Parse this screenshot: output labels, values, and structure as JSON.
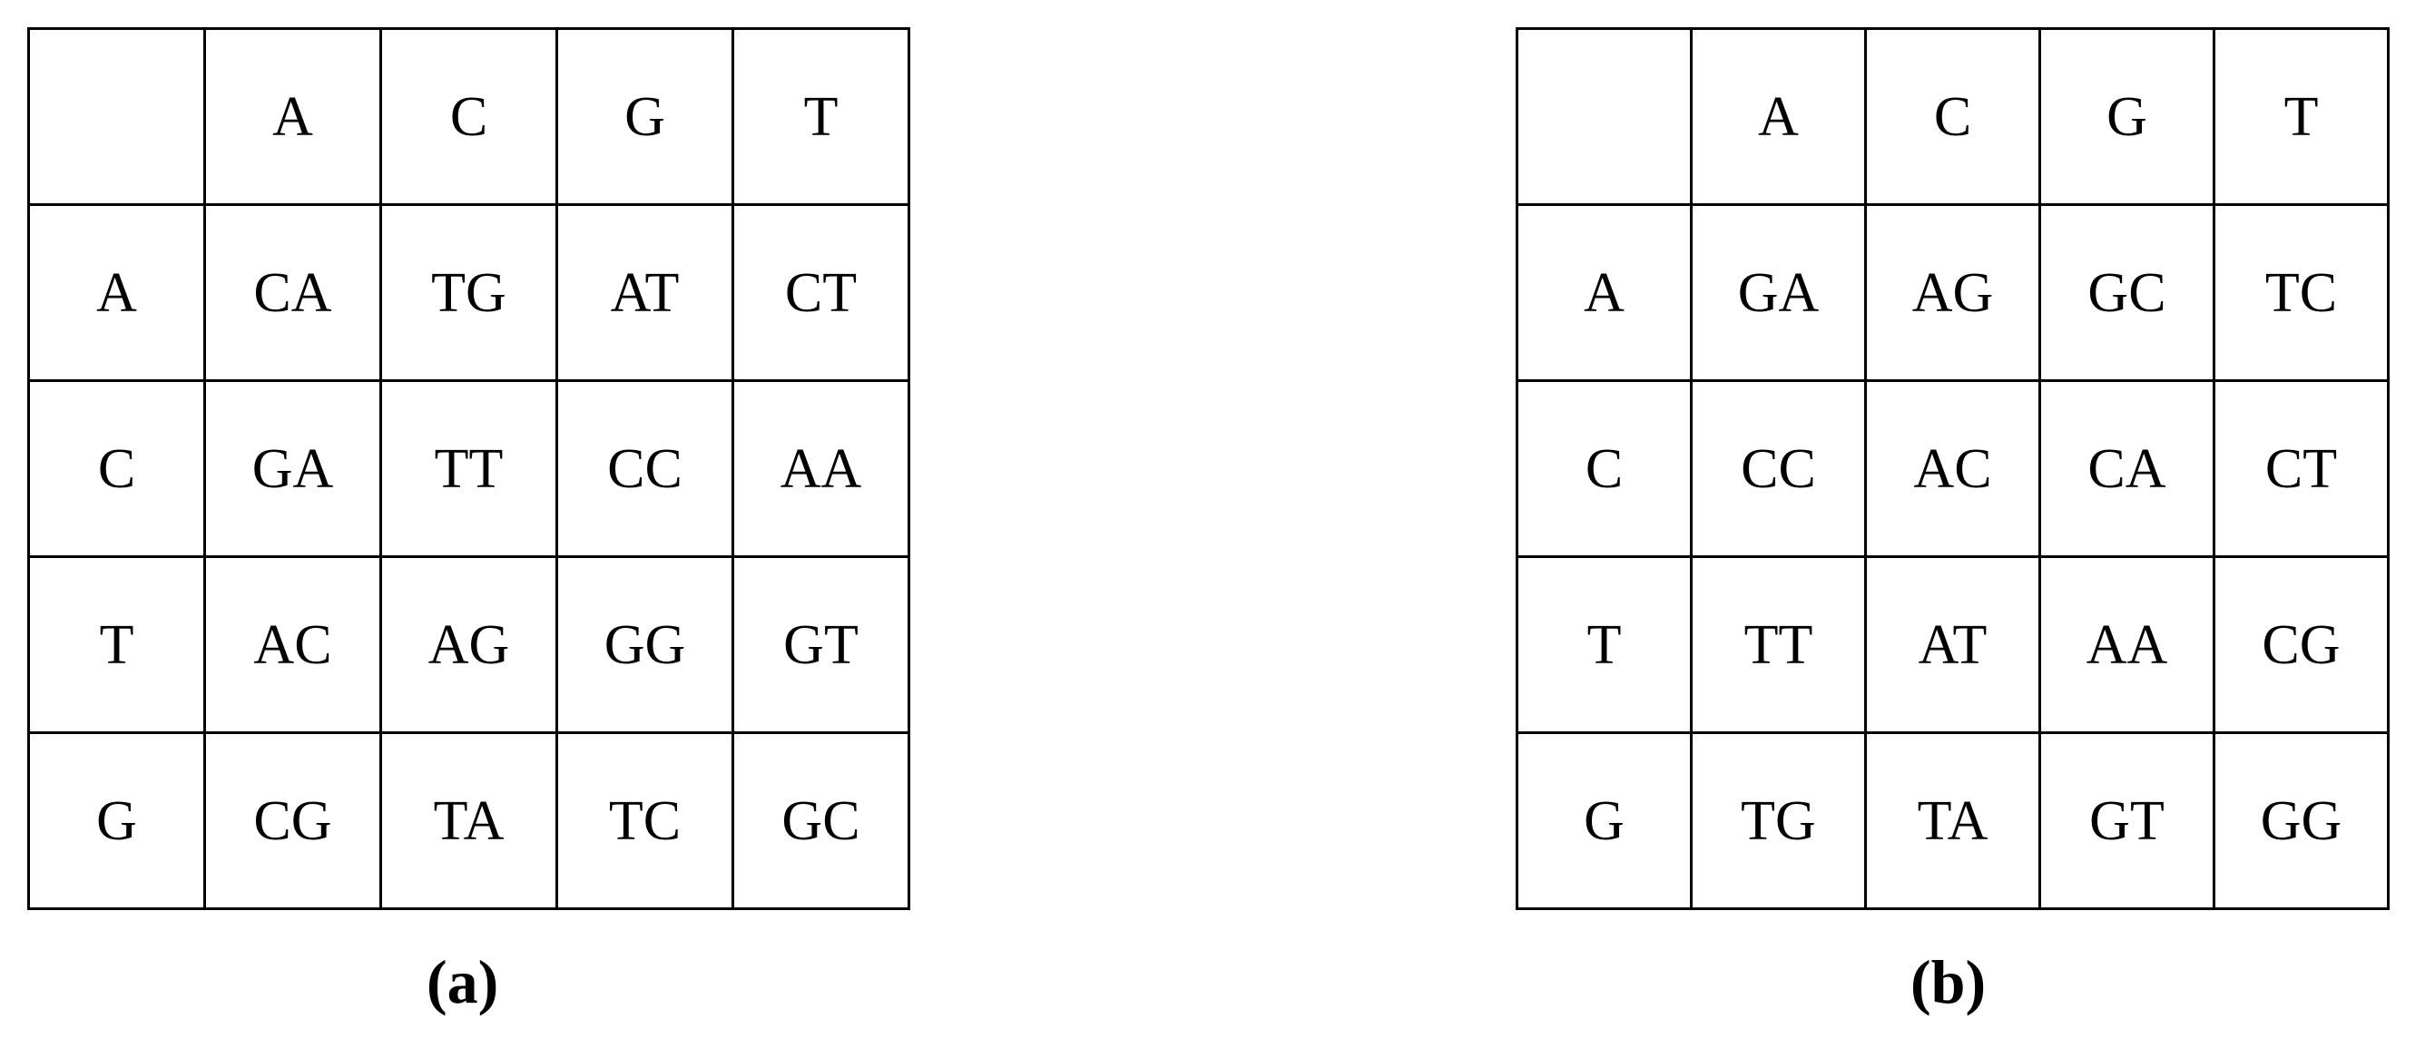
{
  "figure": {
    "panels": [
      {
        "id": "a",
        "caption": "(a)",
        "corner_label": "",
        "column_headers": [
          "A",
          "C",
          "G",
          "T"
        ],
        "row_headers": [
          "A",
          "C",
          "T",
          "G"
        ],
        "rows": [
          [
            "CA",
            "TG",
            "AT",
            "CT"
          ],
          [
            "GA",
            "TT",
            "CC",
            "AA"
          ],
          [
            "AC",
            "AG",
            "GG",
            "GT"
          ],
          [
            "CG",
            "TA",
            "TC",
            "GC"
          ]
        ]
      },
      {
        "id": "b",
        "caption": "(b)",
        "corner_label": "",
        "column_headers": [
          "A",
          "C",
          "G",
          "T"
        ],
        "row_headers": [
          "A",
          "C",
          "T",
          "G"
        ],
        "rows": [
          [
            "GA",
            "AG",
            "GC",
            "TC"
          ],
          [
            "CC",
            "AC",
            "CA",
            "CT"
          ],
          [
            "TT",
            "AT",
            "AA",
            "CG"
          ],
          [
            "TG",
            "TA",
            "GT",
            "GG"
          ]
        ]
      }
    ]
  },
  "chart_data": {
    "type": "table",
    "title": "",
    "tables": [
      {
        "name": "(a)",
        "columns": [
          "",
          "A",
          "C",
          "G",
          "T"
        ],
        "rows": [
          [
            "A",
            "CA",
            "TG",
            "AT",
            "CT"
          ],
          [
            "C",
            "GA",
            "TT",
            "CC",
            "AA"
          ],
          [
            "T",
            "AC",
            "AG",
            "GG",
            "GT"
          ],
          [
            "G",
            "CG",
            "TA",
            "TC",
            "GC"
          ]
        ]
      },
      {
        "name": "(b)",
        "columns": [
          "",
          "A",
          "C",
          "G",
          "T"
        ],
        "rows": [
          [
            "A",
            "GA",
            "AG",
            "GC",
            "TC"
          ],
          [
            "C",
            "CC",
            "AC",
            "CA",
            "CT"
          ],
          [
            "T",
            "TT",
            "AT",
            "AA",
            "CG"
          ],
          [
            "G",
            "TG",
            "TA",
            "GT",
            "GG"
          ]
        ]
      }
    ]
  },
  "colors": {
    "body_cell_fill": "#c9fdfd",
    "header_cell_fill": "#ffffff",
    "border": "#000000",
    "text": "#000000",
    "page_background": "#ffffff"
  }
}
